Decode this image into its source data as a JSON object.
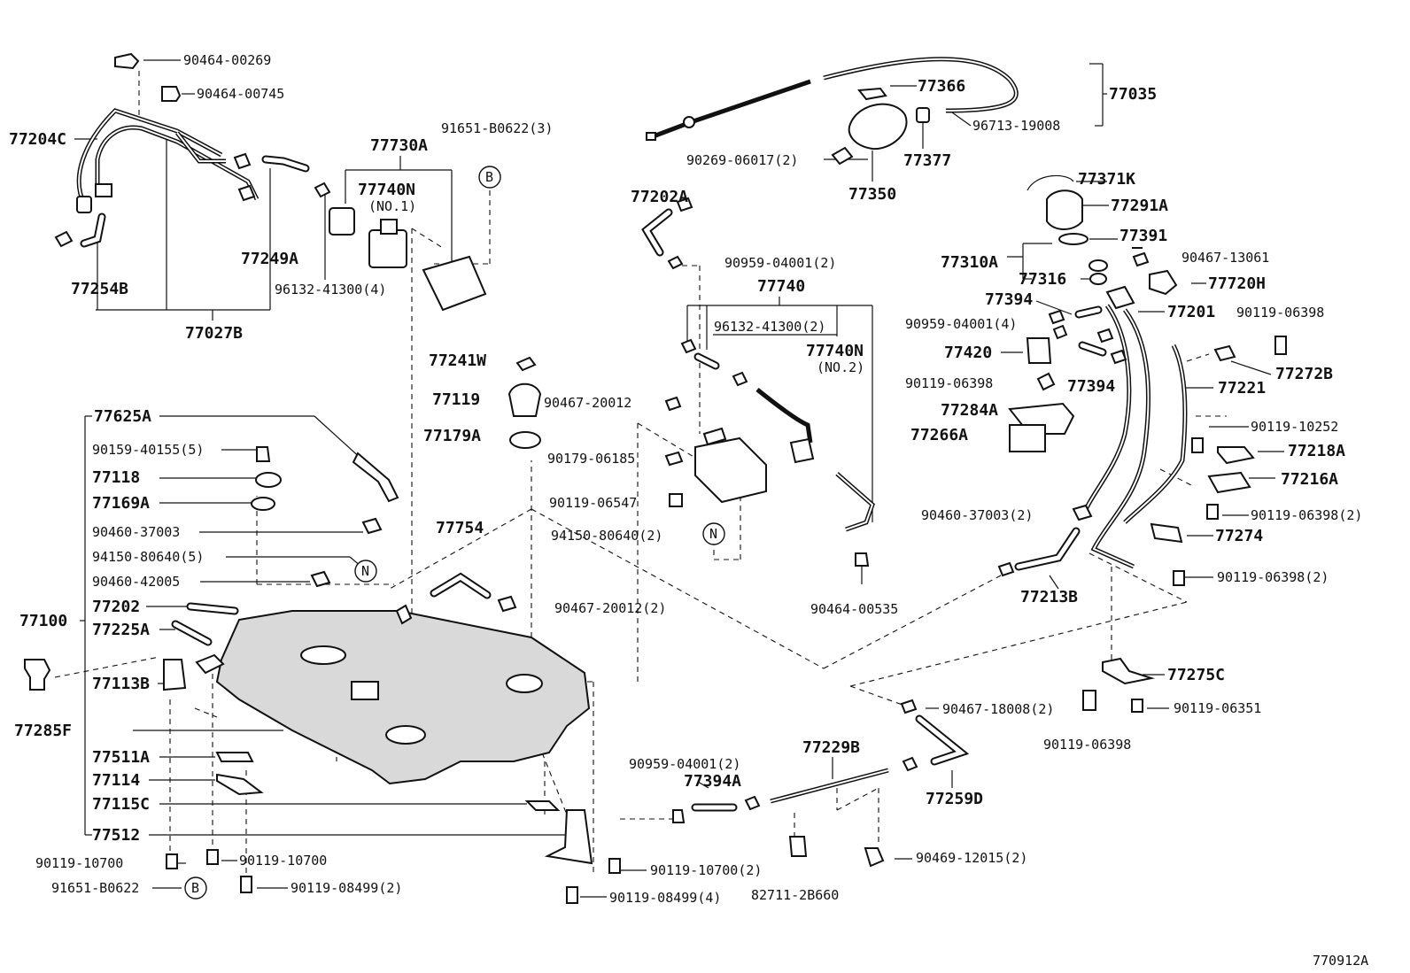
{
  "diagram_id": "770912A",
  "callouts": {
    "c_90464_00269": "90464-00269",
    "c_90464_00745": "90464-00745",
    "c_77204C": "77204C",
    "c_77254B": "77254B",
    "c_77027B": "77027B",
    "c_77249A": "77249A",
    "c_77730A": "77730A",
    "c_77740N_1": "77740N",
    "c_no1": "(NO.1)",
    "c_96132_41300_4": "96132-41300(4)",
    "c_91651_B0622_3": "91651-B0622(3)",
    "c_B_top": "B",
    "c_77035": "77035",
    "c_77366": "77366",
    "c_96713_19008": "96713-19008",
    "c_90269_06017": "90269-06017(2)",
    "c_77377": "77377",
    "c_77350": "77350",
    "c_77202A": "77202A",
    "c_90959_04001_2a": "90959-04001(2)",
    "c_77740": "77740",
    "c_96132_41300_2": "96132-41300(2)",
    "c_77740N_2": "77740N",
    "c_no2": "(NO.2)",
    "c_77371K": "77371K",
    "c_77291A": "77291A",
    "c_77391": "77391",
    "c_77310A": "77310A",
    "c_90467_13061": "90467-13061",
    "c_77316": "77316",
    "c_77720H": "77720H",
    "c_77394_a": "77394",
    "c_77201": "77201",
    "c_90959_04001_4": "90959-04001(4)",
    "c_90119_06398_a": "90119-06398",
    "c_77420": "77420",
    "c_77272B": "77272B",
    "c_90119_06398_b": "90119-06398",
    "c_77394_b": "77394",
    "c_77221": "77221",
    "c_77284A": "77284A",
    "c_77266A": "77266A",
    "c_90119_10252": "90119-10252",
    "c_77218A": "77218A",
    "c_77216A": "77216A",
    "c_90460_37003_2": "90460-37003(2)",
    "c_90119_06398_2a": "90119-06398(2)",
    "c_77274": "77274",
    "c_90119_06398_2b": "90119-06398(2)",
    "c_77213B": "77213B",
    "c_77241W": "77241W",
    "c_77119": "77119",
    "c_90467_20012": "90467-20012",
    "c_77179A": "77179A",
    "c_90179_06185": "90179-06185",
    "c_90119_06547": "90119-06547",
    "c_94150_80640_2": "94150-80640(2)",
    "c_N_mid": "N",
    "c_90464_00535": "90464-00535",
    "c_77754": "77754",
    "c_90467_20012_2": "90467-20012(2)",
    "c_77625A": "77625A",
    "c_90159_40155": "90159-40155(5)",
    "c_77118": "77118",
    "c_77169A": "77169A",
    "c_90460_37003": "90460-37003",
    "c_94150_80640_5": "94150-80640(5)",
    "c_N_left": "N",
    "c_90460_42005": "90460-42005",
    "c_77202": "77202",
    "c_77100": "77100",
    "c_77225A": "77225A",
    "c_77113B": "77113B",
    "c_77285F": "77285F",
    "c_77511A": "77511A",
    "c_77114": "77114",
    "c_77115C": "77115C",
    "c_77512": "77512",
    "c_90119_10700_a": "90119-10700",
    "c_90119_10700_b": "90119-10700",
    "c_91651_B0622": "91651-B0622",
    "c_B_bottom": "B",
    "c_90119_08499_2": "90119-08499(2)",
    "c_90119_10700_2": "90119-10700(2)",
    "c_90119_08499_4": "90119-08499(4)",
    "c_90959_04001_2b": "90959-04001(2)",
    "c_77394A": "77394A",
    "c_77229B": "77229B",
    "c_82711_2B660": "82711-2B660",
    "c_90469_12015": "90469-12015(2)",
    "c_90467_18008": "90467-18008(2)",
    "c_77259D": "77259D",
    "c_77275C": "77275C",
    "c_90119_06351": "90119-06351",
    "c_90119_06398_c": "90119-06398"
  }
}
